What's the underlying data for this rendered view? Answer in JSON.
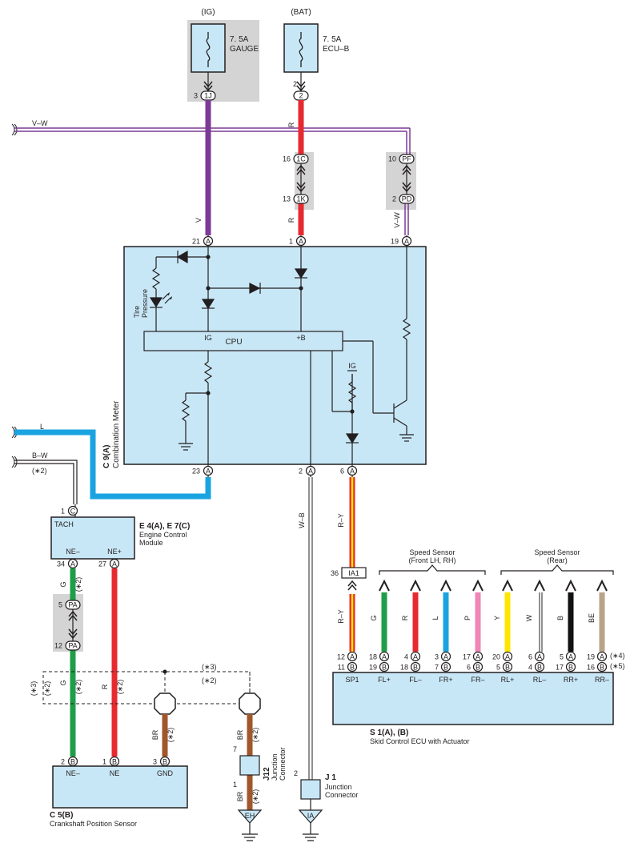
{
  "colors": {
    "component_fill": "#c8e7f6",
    "connector_fill": "#d4d4d4",
    "wire_V": "#7b3a96",
    "wire_R": "#e72a30",
    "wire_L": "#1aa3e1",
    "wire_G": "#1f9d48",
    "wire_BR": "#a0572a",
    "wire_P": "#ef86b7",
    "wire_Y": "#ffe600",
    "wire_B": "#111111",
    "wire_BE": "#b9a38a"
  },
  "fuses": {
    "ig": {
      "source": "(IG)",
      "rating": "7. 5A",
      "name": "GAUGE",
      "pin": "3",
      "conn": "1J"
    },
    "bat": {
      "source": "(BAT)",
      "rating": "7. 5A",
      "name": "ECU–B",
      "pin": "2",
      "conn": "2"
    }
  },
  "vw_line": {
    "label": "V–W"
  },
  "wire_labels": {
    "r_upper": "R",
    "r_lower": "R",
    "v": "V",
    "vw": "V–W",
    "l": "L",
    "bw": "B–W",
    "wb": "W–B",
    "ry_upper": "R–Y",
    "ry_lower": "R–Y"
  },
  "notes": {
    "n2": "(∗2)",
    "n3": "(∗3)",
    "n4": "(∗4)",
    "n5": "(∗5)"
  },
  "connectors": {
    "c16": {
      "pin": "16",
      "id": "1C"
    },
    "c13": {
      "pin": "13",
      "id": "1K"
    },
    "c10": {
      "pin": "10",
      "id": "PF"
    },
    "c2pd": {
      "pin": "2",
      "id": "PD"
    },
    "c5pa": {
      "pin": "5",
      "id": "PA"
    },
    "c12pa": {
      "pin": "12",
      "id": "PA"
    },
    "ia1": {
      "pin": "36",
      "id": "IA1"
    }
  },
  "meter": {
    "id": "C 9(A)",
    "name": "Combination Meter",
    "cpu": "CPU",
    "ig": "IG",
    "b": "+B",
    "ig2": "IG",
    "tire": "Tire",
    "pressure": "Pressure",
    "pins": [
      {
        "num": "21",
        "letter": "A"
      },
      {
        "num": "1",
        "letter": "A"
      },
      {
        "num": "19",
        "letter": "A"
      },
      {
        "num": "23",
        "letter": "A"
      },
      {
        "num": "2",
        "letter": "A"
      },
      {
        "num": "6",
        "letter": "A"
      }
    ]
  },
  "ecm": {
    "id": "E 4(A), E 7(C)",
    "name1": "Engine Control",
    "name2": "Module",
    "tach": "TACH",
    "tach_pin": "1",
    "tach_letter": "C",
    "ne_minus": "NE–",
    "ne_plus": "NE+",
    "pins": [
      {
        "num": "34",
        "letter": "A"
      },
      {
        "num": "27",
        "letter": "A"
      }
    ]
  },
  "crank": {
    "id": "C 5(B)",
    "name": "Crankshaft Position Sensor",
    "terminals": [
      "NE–",
      "NE",
      "GND"
    ],
    "pins": [
      {
        "num": "2",
        "letter": "B"
      },
      {
        "num": "1",
        "letter": "B"
      },
      {
        "num": "3",
        "letter": "B"
      }
    ]
  },
  "j12": {
    "id": "J12",
    "name1": "Junction",
    "name2": "Connector",
    "pin_top": "7",
    "pin_bot": "1",
    "ground": "EH"
  },
  "j1": {
    "id": "J 1",
    "name1": "Junction",
    "name2": "Connector",
    "pin": "2",
    "ground": "IA"
  },
  "speed_front": {
    "line1": "Speed Sensor",
    "line2": "(Front LH,  RH)"
  },
  "speed_rear": {
    "line1": "Speed Sensor",
    "line2": "(Rear)"
  },
  "skid": {
    "id": "S 1(A), (B)",
    "name": "Skid Control ECU with Actuator",
    "terminals": [
      {
        "label": "SP1",
        "a": "12",
        "b": "11",
        "wire": "R–Y"
      },
      {
        "label": "FL+",
        "a": "18",
        "b": "19",
        "wire": "G"
      },
      {
        "label": "FL–",
        "a": "4",
        "b": "18",
        "wire": "R"
      },
      {
        "label": "FR+",
        "a": "3",
        "b": "7",
        "wire": "L"
      },
      {
        "label": "FR–",
        "a": "17",
        "b": "6",
        "wire": "P"
      },
      {
        "label": "RL+",
        "a": "20",
        "b": "5",
        "wire": "Y"
      },
      {
        "label": "RL–",
        "a": "6",
        "b": "4",
        "wire": "W"
      },
      {
        "label": "RR+",
        "a": "5",
        "b": "17",
        "wire": "B"
      },
      {
        "label": "RR–",
        "a": "19",
        "b": "16",
        "wire": "BE"
      }
    ]
  }
}
